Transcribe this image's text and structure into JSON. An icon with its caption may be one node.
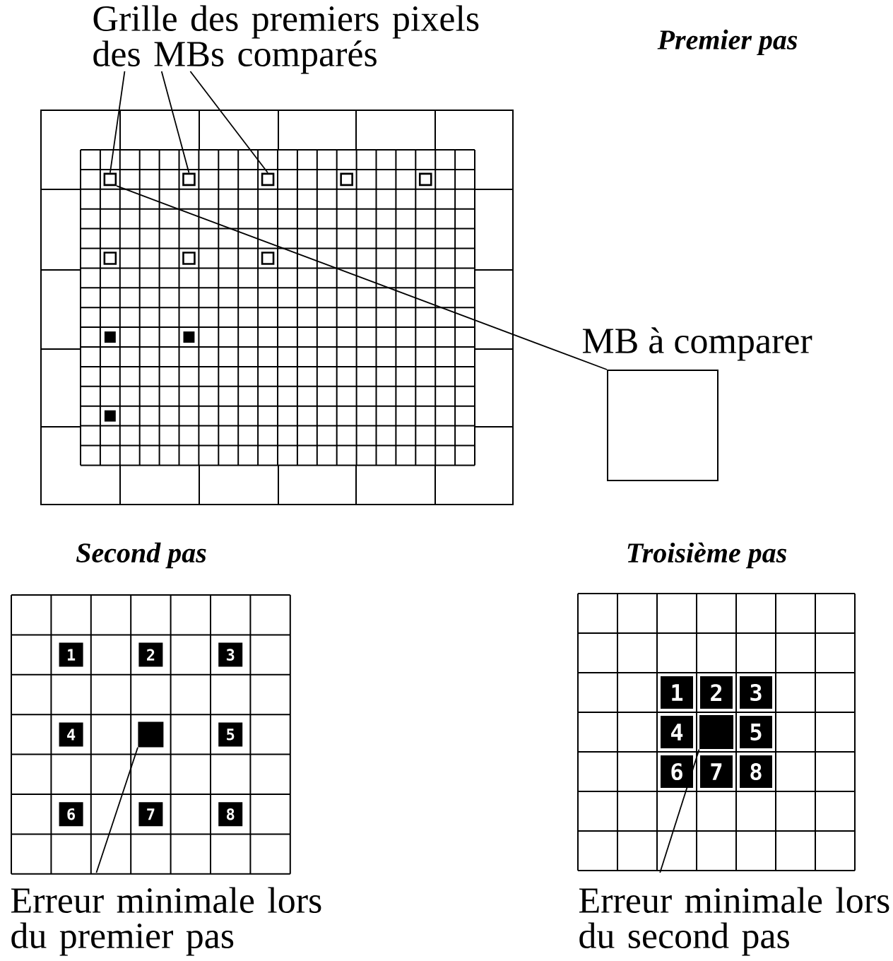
{
  "diagram": {
    "nodes": [
      {
        "text": [
          "Grille des premiers pixels des MBs comparés"
        ]
      },
      {
        "text": [],
        "shape": "box"
      },
      {
        "text": [],
        "shape": "box"
      },
      {
        "text": [],
        "shape": "box"
      },
      {
        "text": [],
        "shape": "box"
      },
      {
        "text": [],
        "shape": "box"
      },
      {
        "text": [],
        "shape": "box"
      },
      {
        "text": [],
        "shape": "box"
      },
      {
        "text": [],
        "shape": "box"
      },
      {
        "text": [
          "MB à comparer"
        ]
      },
      {
        "text": [
          "1"
        ]
      },
      {
        "text": [
          "2"
        ]
      },
      {
        "text": [
          "3"
        ]
      },
      {
        "text": [
          "4"
        ]
      },
      {
        "text": [
          "5"
        ]
      },
      {
        "text": [
          "6"
        ]
      },
      {
        "text": [
          "7"
        ]
      },
      {
        "text": [
          "8"
        ]
      },
      {
        "text": [],
        "shape": "box"
      },
      {
        "text": [
          "Erreur minimale lors du premier pas"
        ]
      },
      {
        "text": [
          "1"
        ]
      },
      {
        "text": [
          "2"
        ]
      },
      {
        "text": [
          "3"
        ]
      },
      {
        "text": [
          "4"
        ]
      },
      {
        "text": [
          "5"
        ]
      },
      {
        "text": [
          "6"
        ]
      },
      {
        "text": [
          "7"
        ]
      },
      {
        "text": [
          "8"
        ]
      },
      {
        "text": [],
        "shape": "box"
      },
      {
        "text": [
          "Erreur minimale lors du second pas"
        ]
      }
    ],
    "edges": [
      {
        "from": 0,
        "to": 1,
        "arrow": "none"
      },
      {
        "from": 0,
        "to": 2,
        "arrow": "none"
      },
      {
        "from": 0,
        "to": 3,
        "arrow": "none"
      },
      {
        "from": 1,
        "to": 9,
        "arrow": "none"
      },
      {
        "from": 19,
        "to": 18,
        "arrow": "none"
      },
      {
        "from": 29,
        "to": 28,
        "arrow": "none"
      }
    ],
    "labels": [
      "Premier pas",
      "Second pas",
      "Troisième pas"
    ]
  }
}
